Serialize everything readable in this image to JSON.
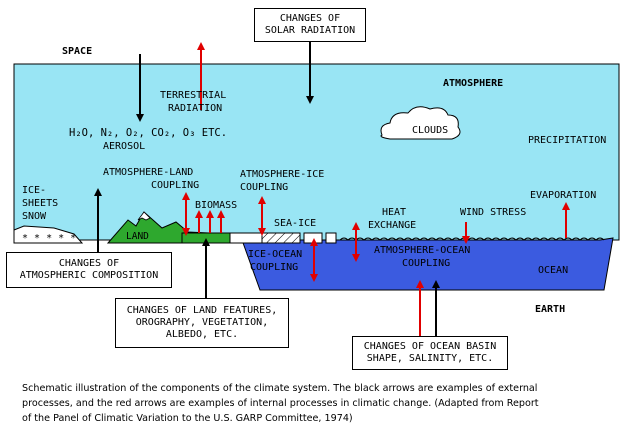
{
  "labels": {
    "space": "SPACE",
    "atmosphere": "ATMOSPHERE",
    "earth": "EARTH",
    "terrestrial_radiation": [
      "TERRESTRIAL",
      "RADIATION"
    ],
    "gases": "H₂O, N₂, O₂, CO₂, O₃ ETC.",
    "aerosol": "AEROSOL",
    "clouds": "CLOUDS",
    "precipitation": "PRECIPITATION",
    "evaporation": "EVAPORATION",
    "wind_stress": "WIND STRESS",
    "heat_exchange": [
      "HEAT",
      "EXCHANGE"
    ],
    "atmosphere_land": [
      "ATMOSPHERE-LAND",
      "COUPLING"
    ],
    "atmosphere_ice": [
      "ATMOSPHERE-ICE",
      "COUPLING"
    ],
    "biomass": "BIOMASS",
    "land": "LAND",
    "sea_ice": "SEA-ICE",
    "ice_ocean": [
      "ICE-OCEAN",
      "COUPLING"
    ],
    "atmosphere_ocean": [
      "ATMOSPHERE-OCEAN",
      "COUPLING"
    ],
    "ocean": "OCEAN",
    "ice_sheets": [
      "ICE-",
      "SHEETS",
      "SNOW"
    ]
  },
  "boxes": {
    "solar": [
      "CHANGES OF",
      "SOLAR RADIATION"
    ],
    "atmospheric": [
      "CHANGES OF",
      "ATMOSPHERIC COMPOSITION"
    ],
    "land_features": [
      "CHANGES OF LAND FEATURES,",
      "OROGRAPHY, VEGETATION,",
      "ALBEDO, ETC."
    ],
    "ocean_basin": [
      "CHANGES OF OCEAN BASIN",
      "SHAPE, SALINITY, ETC."
    ]
  },
  "caption": [
    "Schematic illustration of the components of the climate system.  The black arrows are examples of external",
    "processes, and the red arrows are examples of internal processes in climatic change.  (Adapted from Report",
    "of the Panel of Climatic Variation to the U.S. GARP Committee, 1974)"
  ],
  "colors": {
    "atmosphere": "#99e5f4",
    "ocean": "#3b5be0",
    "land": "#2ea82e",
    "internal_arrow": "#e00000",
    "external_arrow": "#000000"
  }
}
